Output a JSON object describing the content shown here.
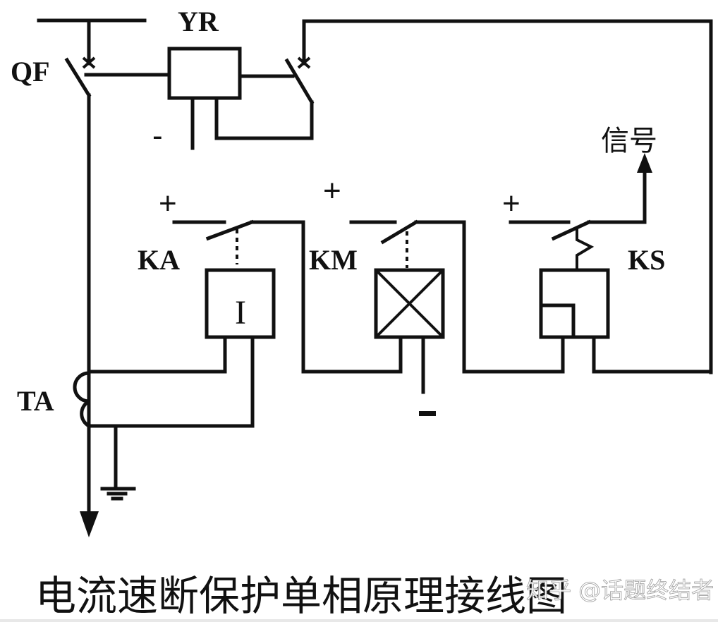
{
  "diagram": {
    "title": "电流速断保护单相原理接线图",
    "watermark": "知乎 @话题终结者",
    "labels": {
      "circuit_breaker": "QF",
      "trip_coil": "YR",
      "current_relay": "KA",
      "intermediate_relay": "KM",
      "signal_relay": "KS",
      "current_transformer": "TA",
      "current_relay_symbol": "I",
      "signal_output": "信号"
    },
    "polarity": {
      "positive": "+",
      "negative": "-"
    }
  },
  "colors": {
    "line": "#111111",
    "background": "#ffffff"
  }
}
